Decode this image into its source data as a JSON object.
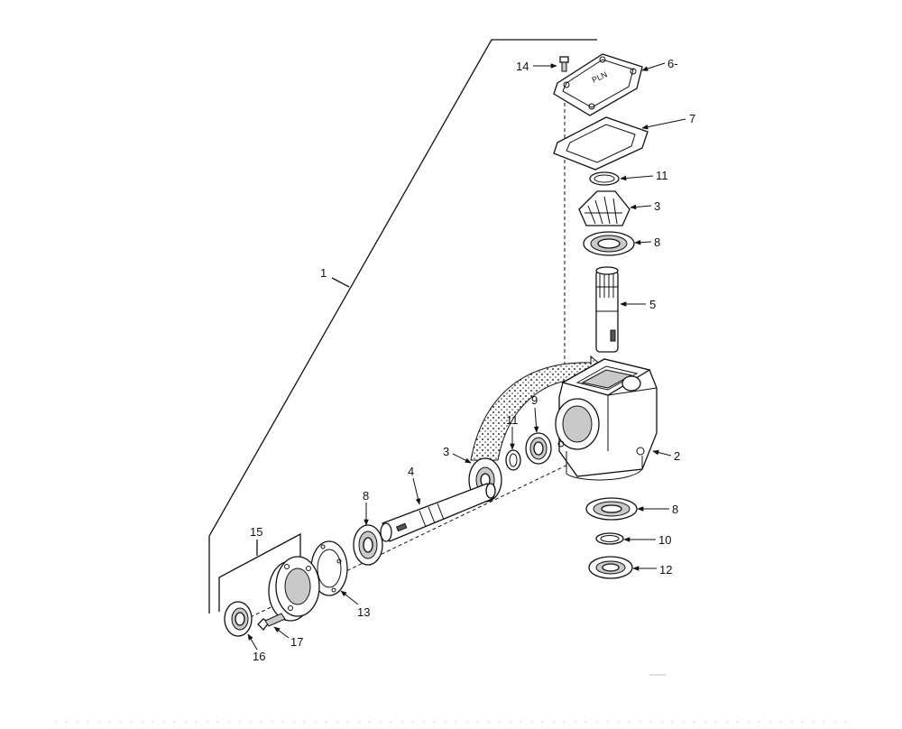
{
  "callouts": [
    {
      "id": "c14",
      "text": "14"
    },
    {
      "id": "c6",
      "text": "6-"
    },
    {
      "id": "c7",
      "text": "7"
    },
    {
      "id": "c11a",
      "text": "11"
    },
    {
      "id": "c3a",
      "text": "3"
    },
    {
      "id": "c8a",
      "text": "8"
    },
    {
      "id": "c5",
      "text": "5"
    },
    {
      "id": "c1",
      "text": "1"
    },
    {
      "id": "c9",
      "text": "9"
    },
    {
      "id": "c11b",
      "text": "11"
    },
    {
      "id": "c3b",
      "text": "3"
    },
    {
      "id": "c2",
      "text": "2"
    },
    {
      "id": "c4",
      "text": "4"
    },
    {
      "id": "c8b",
      "text": "8"
    },
    {
      "id": "c8c",
      "text": "8"
    },
    {
      "id": "c10",
      "text": "10"
    },
    {
      "id": "c12",
      "text": "12"
    },
    {
      "id": "c15",
      "text": "15"
    },
    {
      "id": "c13",
      "text": "13"
    },
    {
      "id": "c17",
      "text": "17"
    },
    {
      "id": "c16",
      "text": "16"
    }
  ],
  "icons": {
    "arrow": "leader-arrow-icon",
    "curved_arrow": "assembly-direction-arrow-icon"
  }
}
